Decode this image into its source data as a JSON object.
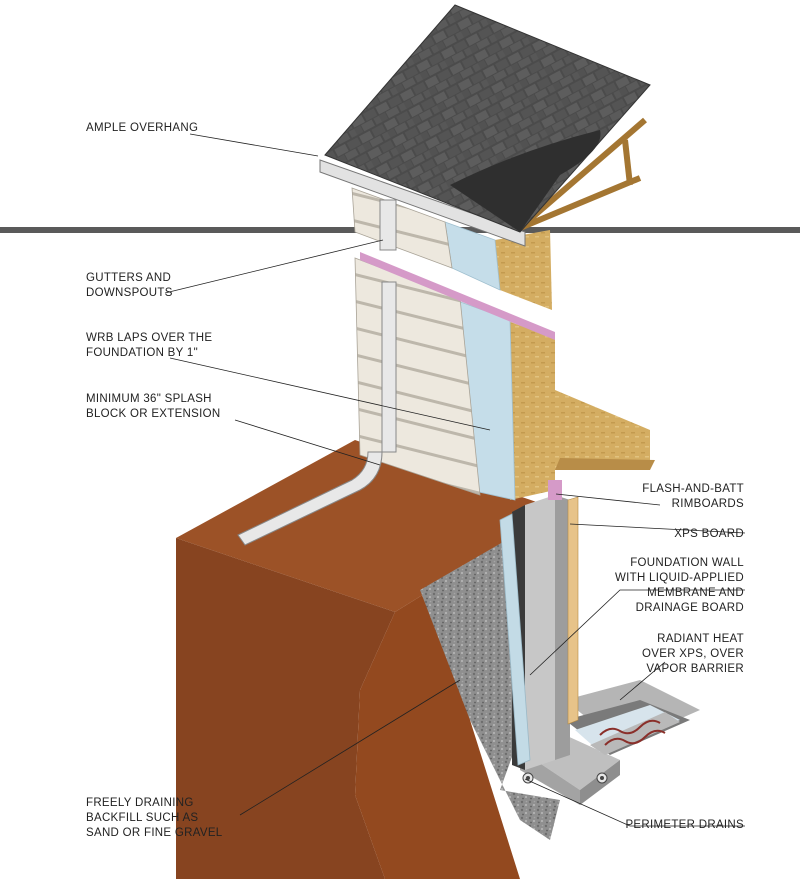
{
  "labels": {
    "ample_overhang": [
      "AMPLE OVERHANG"
    ],
    "gutters": [
      "GUTTERS AND",
      "DOWNSPOUTS"
    ],
    "wrb": [
      "WRB LAPS OVER THE",
      "FOUNDATION BY 1\""
    ],
    "splash": [
      "MINIMUM 36\" SPLASH",
      "BLOCK OR EXTENSION"
    ],
    "backfill": [
      "FREELY DRAINING",
      "BACKFILL SUCH AS",
      "SAND OR FINE GRAVEL"
    ],
    "flash_batt": [
      "FLASH-AND-BATT",
      "RIMBOARDS"
    ],
    "xps": [
      "XPS BOARD"
    ],
    "foundation": [
      "FOUNDATION WALL",
      "WITH LIQUID-APPLIED",
      "MEMBRANE AND",
      "DRAINAGE BOARD"
    ],
    "radiant": [
      "RADIANT HEAT",
      "OVER XPS, OVER",
      "VAPOR BARRIER"
    ],
    "perimeter": [
      "PERIMETER DRAINS"
    ]
  },
  "colors": {
    "soil": "#8a4a22",
    "soil_top": "#a35a2b",
    "gravel": "#9a9a9a",
    "siding": "#ece7dc",
    "wrb": "#bcd6e3",
    "sheathing": "#d7b46e",
    "concrete": "#c4c4c4",
    "roof": "#4a4a4a",
    "ground_line": "#555555"
  }
}
